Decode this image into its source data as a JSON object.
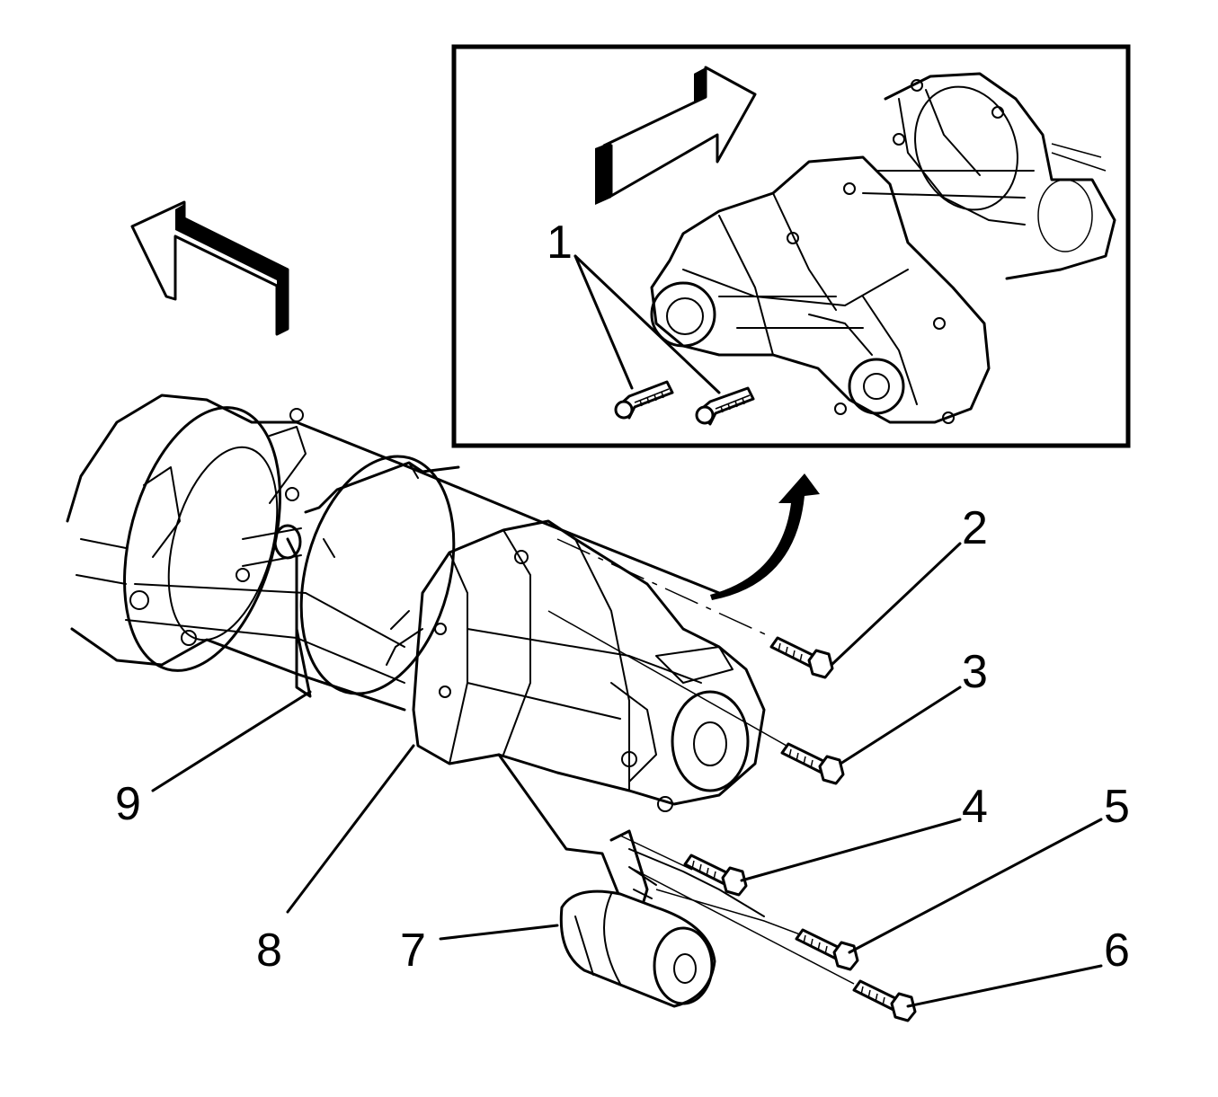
{
  "callouts": {
    "c1": "1",
    "c2": "2",
    "c3": "3",
    "c4": "4",
    "c5": "5",
    "c6": "6",
    "c7": "7",
    "c8": "8",
    "c9": "9"
  },
  "colors": {
    "ink": "#000000",
    "paper": "#ffffff"
  }
}
